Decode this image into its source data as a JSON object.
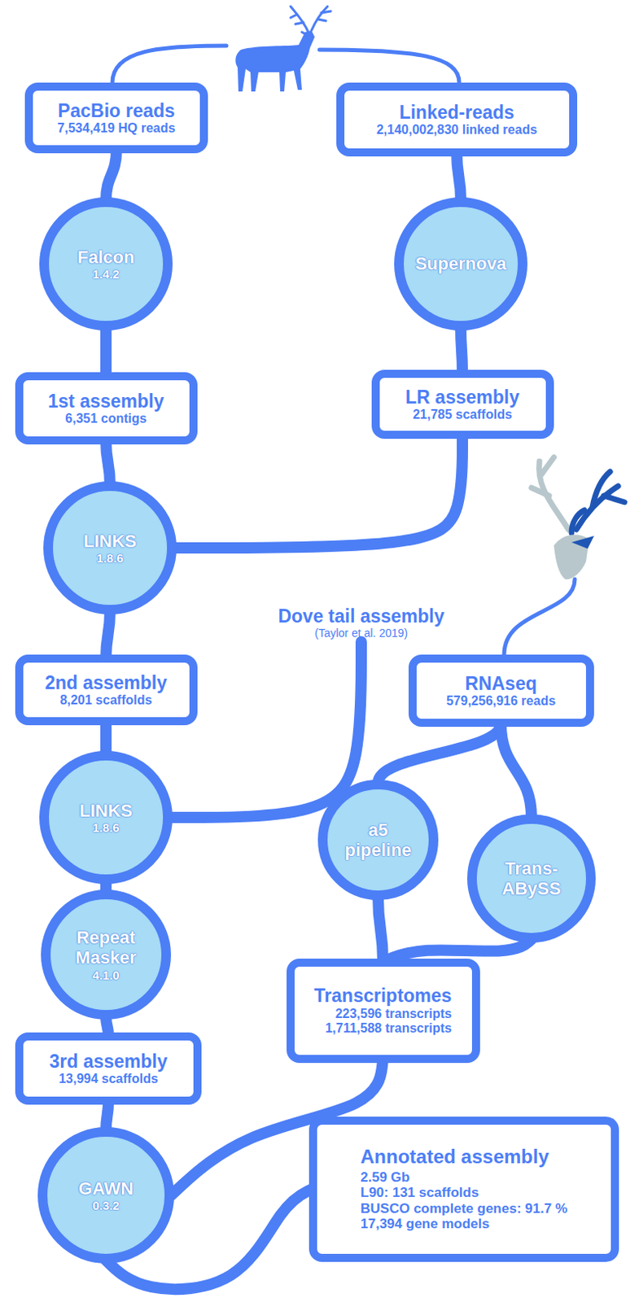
{
  "diagram": {
    "nodes": [
      {
        "text": [
          "PacBio reads",
          "7,534,419 HQ reads"
        ]
      },
      {
        "text": [
          "Linked-reads",
          "2,140,002,830 linked reads"
        ]
      },
      {
        "text": [
          "Falcon",
          "1.4.2"
        ]
      },
      {
        "text": [
          "Supernova"
        ]
      },
      {
        "text": [
          "1st assembly",
          "6,351 contigs"
        ]
      },
      {
        "text": [
          "LR assembly",
          "21,785 scaffolds"
        ]
      },
      {
        "text": [
          "LINKS",
          "1.8.6"
        ]
      },
      {
        "text": [
          "Dove tail assembly",
          "(Taylor et al. 2019)"
        ]
      },
      {
        "text": [
          "RNAseq",
          "579,256,916 reads"
        ]
      },
      {
        "text": [
          "2nd assembly",
          "8,201 scaffolds"
        ]
      },
      {
        "text": [
          "LINKS",
          "1.8.6"
        ]
      },
      {
        "text": [
          "a5 pipeline"
        ]
      },
      {
        "text": [
          "Trans- ABySS"
        ]
      },
      {
        "text": [
          "Repeat Masker",
          "4.1.0"
        ]
      },
      {
        "text": [
          "Transcriptomes",
          "223,596 transcripts",
          "1,711,588 transcripts"
        ]
      },
      {
        "text": [
          "3rd assembly",
          "13,994 scaffolds"
        ]
      },
      {
        "text": [
          "GAWN",
          "0.3.2"
        ]
      },
      {
        "text": [
          "Annotated assembly",
          "2.59 Gb",
          "L90: 131 scaffolds",
          "BUSCO complete genes: 91.7 %",
          "17,394 gene models"
        ]
      }
    ],
    "edges": [
      {
        "from": 0,
        "to": 2,
        "arrow": "none"
      },
      {
        "from": 2,
        "to": 4,
        "arrow": "none"
      },
      {
        "from": 4,
        "to": 6,
        "arrow": "none"
      },
      {
        "from": 6,
        "to": 9,
        "arrow": "none"
      },
      {
        "from": 9,
        "to": 10,
        "arrow": "none"
      },
      {
        "from": 10,
        "to": 13,
        "arrow": "none"
      },
      {
        "from": 13,
        "to": 15,
        "arrow": "none"
      },
      {
        "from": 15,
        "to": 16,
        "arrow": "none"
      },
      {
        "from": 16,
        "to": 17,
        "arrow": "none"
      },
      {
        "from": 1,
        "to": 3,
        "arrow": "none"
      },
      {
        "from": 3,
        "to": 5,
        "arrow": "none"
      },
      {
        "from": 5,
        "to": 6,
        "arrow": "none"
      },
      {
        "from": 7,
        "to": 10,
        "arrow": "none"
      },
      {
        "from": 8,
        "to": 11,
        "arrow": "none"
      },
      {
        "from": 8,
        "to": 12,
        "arrow": "none"
      },
      {
        "from": 11,
        "to": 14,
        "arrow": "none"
      },
      {
        "from": 12,
        "to": 14,
        "arrow": "none"
      },
      {
        "from": 14,
        "to": 16,
        "arrow": "none"
      }
    ]
  }
}
